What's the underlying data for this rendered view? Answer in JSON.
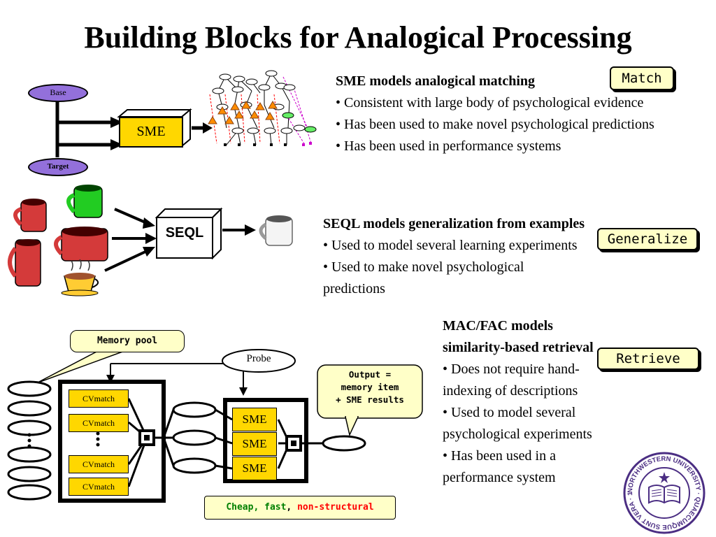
{
  "title": "Building Blocks for Analogical Processing",
  "sme_section": {
    "heading": "SME models analogical matching",
    "bullets": [
      "• Consistent with large body of psychological evidence",
      "• Has been used to make novel psychological predictions",
      "• Has been used in performance systems"
    ],
    "badge": "Match"
  },
  "seql_section": {
    "heading": "SEQL models generalization from examples",
    "bullets": [
      "• Used to model several learning experiments",
      "• Used to make novel psychological predictions"
    ],
    "badge": "Generalize"
  },
  "macfac_section": {
    "heading": "MAC/FAC models similarity-based retrieval",
    "bullets": [
      "• Does not require hand-indexing of descriptions",
      "• Used to model several psychological experiments",
      "• Has been used in a performance system"
    ],
    "badge": "Retrieve"
  },
  "sme_diagram": {
    "base_label": "Base",
    "target_label": "Target",
    "box_label": "SME"
  },
  "seql_diagram": {
    "box_label": "SEQL"
  },
  "macfac_diagram": {
    "memory_pool_label": "Memory pool",
    "probe_label": "Probe",
    "cvmatch_labels": [
      "CVmatch",
      "CVmatch",
      "CVmatch",
      "CVmatch"
    ],
    "sme_labels": [
      "SME",
      "SME",
      "SME"
    ],
    "output_callout": [
      "Output =",
      "memory item",
      "+ SME results"
    ],
    "footer_part1": "Cheap, fast",
    "footer_sep": ", ",
    "footer_part2": "non-structural"
  },
  "colors": {
    "accent": "#9370db",
    "gold": "#ffd700",
    "callout": "#ffffc8",
    "red": "#ff0000",
    "green": "#008000"
  },
  "logo": {
    "text": "NORTHWESTERN UNIVERSITY · QUAECUMQUE SUNT VERA · 1851"
  }
}
